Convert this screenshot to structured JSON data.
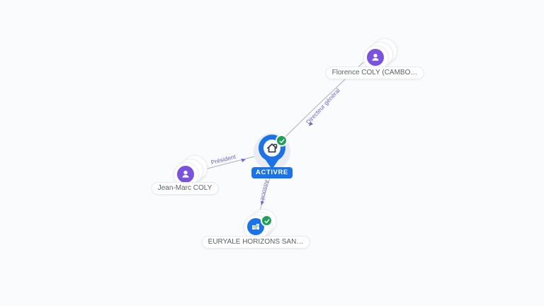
{
  "app": {
    "view": "company-relationship-graph",
    "background_color": "#fafbfd"
  },
  "colors": {
    "company_blue": "#1a73e8",
    "person_purple": "#7a52e0",
    "verified_green": "#1fa05a",
    "edge_gray": "#aeaeba",
    "edge_label_purple": "#6c68cc"
  },
  "center_node": {
    "label": "ACTIVRE",
    "icon": "company-pin-icon",
    "badge": "verified-check"
  },
  "nodes": [
    {
      "id": "florence",
      "label": "Florence COLY (CAMBO…",
      "type": "person",
      "icon": "person-icon"
    },
    {
      "id": "jeanmarc",
      "label": "Jean-Marc COLY",
      "type": "person",
      "icon": "person-icon"
    },
    {
      "id": "euryale",
      "label": "EURYALE HORIZONS SAN…",
      "type": "company",
      "icon": "buildings-icon",
      "badge": "verified-check"
    }
  ],
  "edges": [
    {
      "from": "Jean-Marc COLY",
      "to": "ACTIVRE",
      "label": "Président"
    },
    {
      "from": "Florence COLY (CAMBO…",
      "to": "ACTIVRE",
      "label": "Directeur général"
    },
    {
      "from": "ACTIVRE",
      "to": "EURYALE HORIZONS SAN…",
      "label": "Associé"
    }
  ]
}
